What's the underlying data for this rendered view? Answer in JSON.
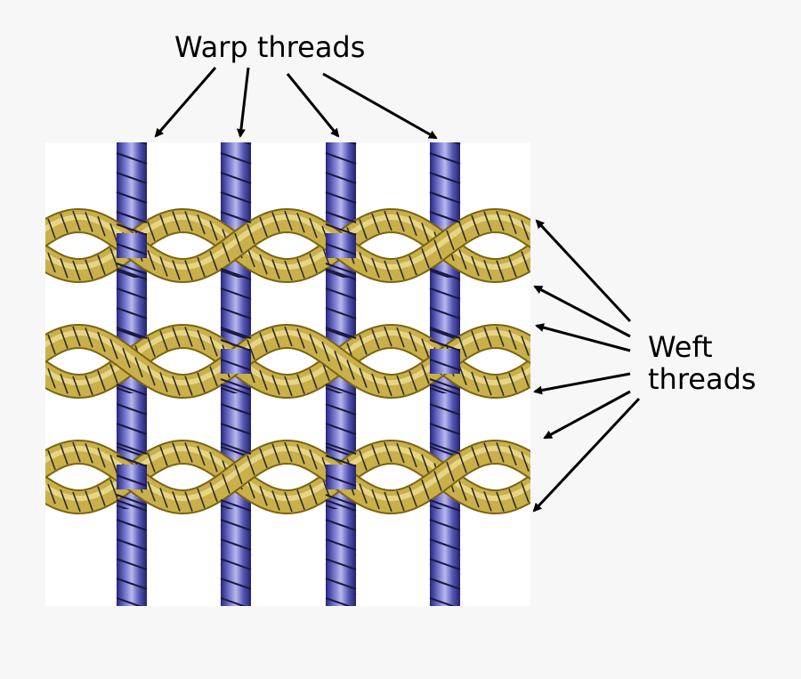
{
  "labels": {
    "warp": "Warp threads",
    "weft_line1": "Weft",
    "weft_line2": "threads"
  },
  "colors": {
    "background": "#f7f7f7",
    "panel": "#ffffff",
    "warp_thread": "#4a4aa8",
    "warp_highlight": "#b8b8ee",
    "weft_thread": "#c9b04a",
    "weft_highlight": "#f2e6a0",
    "twist_lines": "#2b2b2b",
    "arrows": "#000000"
  },
  "structure": {
    "warp_thread_count": 4,
    "weft_band_count": 3,
    "weft_strands_per_band": 2
  }
}
